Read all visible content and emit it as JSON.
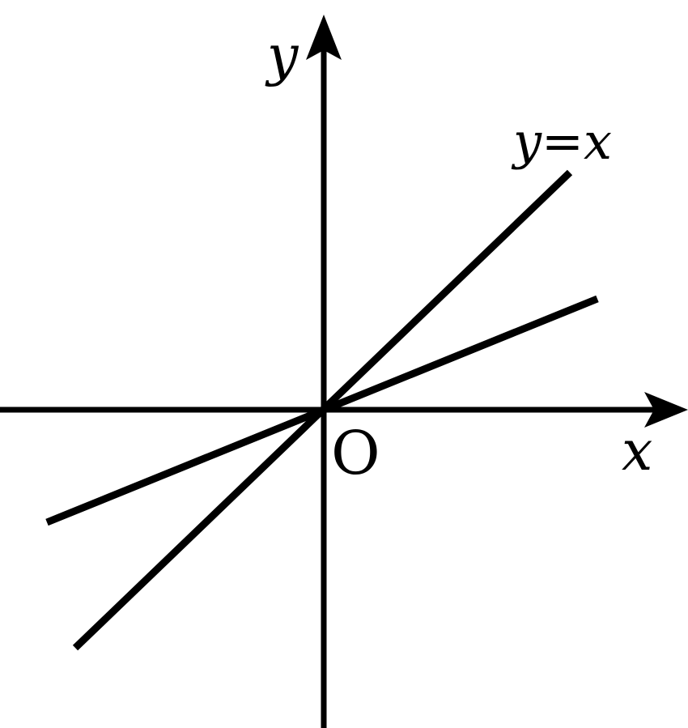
{
  "diagram": {
    "axes": {
      "x_label": "x",
      "y_label": "y",
      "origin_label": "O"
    },
    "lines": [
      {
        "label": "y=x",
        "slope": 1
      },
      {
        "label": "",
        "slope": 0.41
      }
    ],
    "colors": {
      "ink": "#000000",
      "background": "#ffffff"
    }
  }
}
